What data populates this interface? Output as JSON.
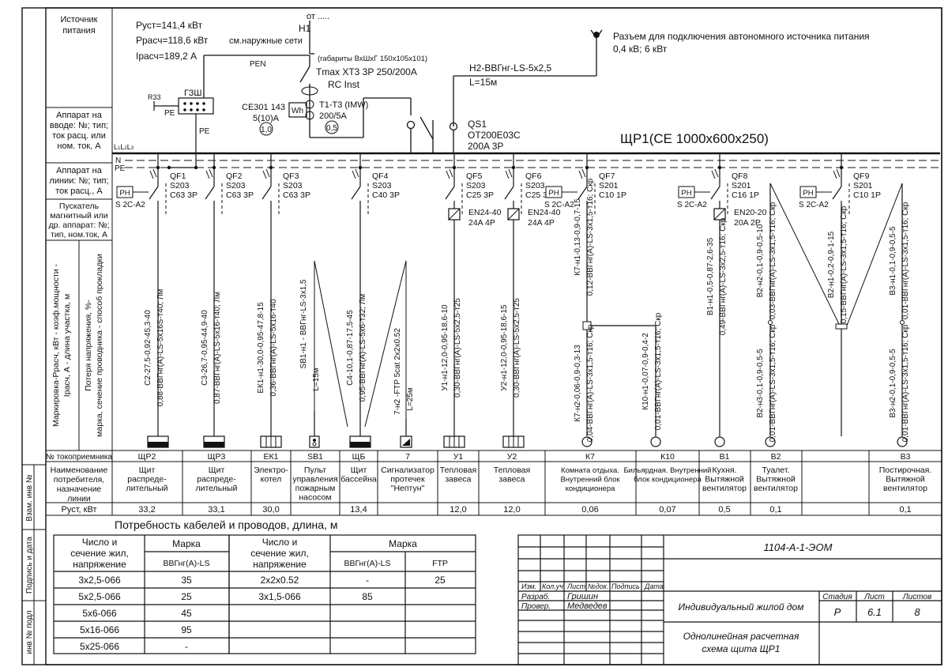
{
  "side_labels": {
    "source": "Источник питания",
    "input_device": "Аппарат на вводе: №; тип; ток расц. или ном. ток, А",
    "line_device": "Аппарат на линии: №; тип; ток расц., А",
    "starter": "Пускатель магнитный или др. аппарат: №; тип, ном.ток, А",
    "marking_left": "Маркировка-Ррасч, кВт - коэф.мощности - Iрасч, А - длина участка, м",
    "marking_right": "Потеря напряжения, % марка, сечение проводника - способ прокладки",
    "consumer_no": "№ токоприемника",
    "consumer_name": "Наименование потребителя, назначение линии",
    "power_row": "Руст, кВт"
  },
  "margin_labels": [
    "Взам. инв №",
    "Подпись и дата",
    "инв № подл"
  ],
  "source_info": {
    "p_inst": "Руст=141,4 кВт",
    "p_calc": "Ррасч=118,6 кВт",
    "i_calc": "Iрасч=189,2 А",
    "from": "от .....",
    "feeder": "Н1",
    "outer_net": "см.наружные сети",
    "dims": "(габариты ВхШхГ 150х105х101)",
    "pen": "PEN",
    "breaker": "Tmax XT3 3P 250/200A",
    "rc": "RC Inst",
    "ct": "Т1-Т3 (IMW)",
    "ct_ratio": "200/5А",
    "meter": "СЕ301 143",
    "meter_rating": "5(10)А",
    "meter_class": "1,0",
    "ct_class": "0,5",
    "wh": "Wh",
    "gzsh": "ГЗШ",
    "r33": "R33",
    "pe": "PE",
    "pe2": "PE"
  },
  "generator": {
    "line1": "Разъем для подключения автономного источника питания",
    "line2": "0,4 кВ; 6 кВт",
    "cable": "Н2-ВВГнг-LS-5х2,5",
    "length": "L=15м"
  },
  "switch": {
    "name": "QS1",
    "type": "OT200E03C",
    "rating": "200A 3P"
  },
  "panel_title": "ЩР1(СЕ 1000х600х250)",
  "bus_labels": {
    "phases": "L1L2L3",
    "n": "N",
    "pe": "PE"
  },
  "columns": [
    {
      "breaker": [
        "QF1",
        "S203",
        "C63 3P"
      ],
      "rh": "PH",
      "rh_type": "S 2C-A2",
      "starter": [],
      "cable": [
        "С2-27,5-0,92-45,3-40",
        "0,88-ВВГнг(А)-LS-5х16S-т40; Лм"
      ],
      "no": "ЩР2",
      "name": "Щит распреде-лительный",
      "power": "33,2"
    },
    {
      "breaker": [
        "QF2",
        "S203",
        "C63 3P"
      ],
      "rh": "",
      "rh_type": "",
      "starter": [],
      "cable": [
        "С3-26,7-0,95-44,9-40",
        "0,87-ВВГнг(А)-LS-5х16-т40; Лм"
      ],
      "no": "ЩР3",
      "name": "Щит распреде-лительный",
      "power": "33,1"
    },
    {
      "breaker": [
        "QF3",
        "S203",
        "C63 3P"
      ],
      "rh": "",
      "rh_type": "",
      "starter": [],
      "cable": [
        "ЕК1-н1-30,0-0,95-47,8-15",
        "0,36-ВВГнг(А)-LS-5х16-т40"
      ],
      "no": "ЕК1",
      "name": "Электро-котел",
      "power": "30,0"
    },
    {
      "breaker": [],
      "rh": "",
      "rh_type": "",
      "starter": [],
      "cable": [
        "SB1-н1 - ВВГнг-LS-3х1,5",
        "L=15м"
      ],
      "no": "SB1",
      "name": "Пульт управления пожарным насосом",
      "power": ""
    },
    {
      "breaker": [
        "QF4",
        "S203",
        "C40 3P"
      ],
      "rh": "",
      "rh_type": "",
      "starter": [],
      "cable": [
        "С4-10,1-0,87-17,5-45",
        "0,95-ВВГнг(А)-LS-5х6-т32; Лм"
      ],
      "no": "ЩБ",
      "name": "Щит бассейна",
      "power": "13,4"
    },
    {
      "breaker": [],
      "rh": "",
      "rh_type": "",
      "starter": [],
      "cable": [
        "7-н2 -FTP 5cat 2х2х0.52",
        "L=25м"
      ],
      "no": "7",
      "name": "Сигнализатор протечек \"Нептун\"",
      "power": ""
    },
    {
      "breaker": [
        "QF5",
        "S203",
        "C25 3P"
      ],
      "rh": "",
      "rh_type": "",
      "starter": [
        "EN24-40",
        "24A 4P"
      ],
      "cable": [
        "У1-н1-12,0-0,95-18,6-10",
        "0,30-ВВГнг(А)-LS-5х2,5-т25"
      ],
      "no": "У1",
      "name": "Тепловая завеса",
      "power": "12,0"
    },
    {
      "breaker": [
        "QF6",
        "S203",
        "C25 3P"
      ],
      "rh": "",
      "rh_type": "",
      "starter": [
        "EN24-40",
        "24A 4P"
      ],
      "cable": [
        "У2-н1-12,0-0,95-18,6-15",
        "0,30-ВВГнг(А)-LS-5х2,5-т25"
      ],
      "no": "У2",
      "name": "Тепловая завеса",
      "power": "12,0"
    },
    {
      "breaker": [
        "QF7",
        "S201",
        "C10 1P"
      ],
      "rh": "PH",
      "rh_type": "S 2C-A2",
      "starter": [],
      "cable": [
        "К7-н1-0,13-0,9-0,7-15",
        "0,12-ВВГнг(А)-LS-3х1,5-т16; Скр"
      ],
      "no": "К7",
      "name": "Комната отдыха. Внутренний блок кондиционера",
      "power": "0,06"
    },
    {
      "breaker": [],
      "rh": "",
      "rh_type": "",
      "starter": [],
      "cable": [
        "К10-н1-0,07-0,9-0,4-2",
        "0,01-ВВГнг(А)-LS-3х1,5-т16; Скр"
      ],
      "no": "К10",
      "name": "Бильярдная. Внутренний блок кондиционера",
      "power": "0,07"
    },
    {
      "breaker": [
        "QF8",
        "S201",
        "C16 1P"
      ],
      "rh": "PH",
      "rh_type": "S 2C-A2",
      "starter": [
        "EN20-20",
        "20A 2P"
      ],
      "cable": [
        "В1-н1-0,5-0,87-2,6-35",
        "0,49-ВВГнг(А)-LS-3х2,5-т16; Скр"
      ],
      "no": "В1",
      "name": "Кухня. Вытяжной вентилятор",
      "power": "0,5"
    },
    {
      "breaker": [],
      "rh": "",
      "rh_type": "",
      "starter": [],
      "cable": [
        "В2-н2-0,1-0,9-0,5-10",
        "0,03-ВВГнг(А)-LS-3х1,5-т16; Скр"
      ],
      "no": "В2",
      "name": "Туалет. Вытяжной вентилятор",
      "power": "0,1"
    },
    {
      "breaker": [
        "QF9",
        "S201",
        "C10 1P"
      ],
      "rh": "PH",
      "rh_type": "S 2C-A2",
      "starter": [],
      "cable": [
        "В2-н1-0,2-0,9-1-15",
        "0,15-ВВГнг(А)-LS-3х1,5-т16; Скр"
      ],
      "no": "",
      "name": "",
      "power": ""
    },
    {
      "breaker": [],
      "rh": "",
      "rh_type": "",
      "starter": [],
      "cable": [
        "В3-н1-0,1-0,9-0,5-5",
        "0,01-ВВГнг(А)-LS-3х1,5-т16; Скр"
      ],
      "no": "В3",
      "name": "Постирочная. Вытяжной вентилятор",
      "power": "0,1"
    }
  ],
  "branch_labels": {
    "k7_lower": [
      "К7-н2-0,06-0,9-0,3-13",
      "0,04-ВВГнг(А)-LS-3х1,5-т16; Скр"
    ],
    "b2_lower": [
      "В2-н3-0,1-0,9-0,5-5",
      "0,01-ВВГнг(А)-LS-3х1,5-т16; Скр"
    ],
    "b3_lower": [
      "В3-н2-0,1-0,9-0,5-5",
      "0,01-ВВГнг(А)-LS-3х1,5-т16; Скр"
    ]
  },
  "cables": {
    "title": "Потребность кабелей и проводов, длина, м",
    "t1_headers": [
      "Число и сечение жил, напряжение",
      "Марка",
      "ВВГнг(А)-LS"
    ],
    "t1_rows": [
      [
        "3х2,5-066",
        "35"
      ],
      [
        "5х2,5-066",
        "25"
      ],
      [
        "5х6-066",
        "45"
      ],
      [
        "5х16-066",
        "95"
      ],
      [
        "5х25-066",
        "-"
      ]
    ],
    "t2_headers": [
      "Число и сечение жил, напряжение",
      "Марка",
      "ВВГнг(А)-LS",
      "FTP"
    ],
    "t2_rows": [
      [
        "2х2х0.52",
        "-",
        "25"
      ],
      [
        "3х1,5-066",
        "85",
        ""
      ]
    ]
  },
  "stamp": {
    "code": "1104-А-1-ЭОМ",
    "cols": [
      "Изм.",
      "Кол.уч",
      "Лист",
      "№док.",
      "Подпись",
      "Дата"
    ],
    "developer_role": "Разраб.",
    "developer": "Гришин",
    "checker_role": "Провер.",
    "checker": "Медведев",
    "object": "Индивидуальный жилой дом",
    "stage_h": "Стадия",
    "sheet_h": "Лист",
    "sheets_h": "Листов",
    "stage": "Р",
    "sheet": "6.1",
    "sheets": "8",
    "title1": "Однолинейная расчетная",
    "title2": "схема щита ЩР1"
  }
}
